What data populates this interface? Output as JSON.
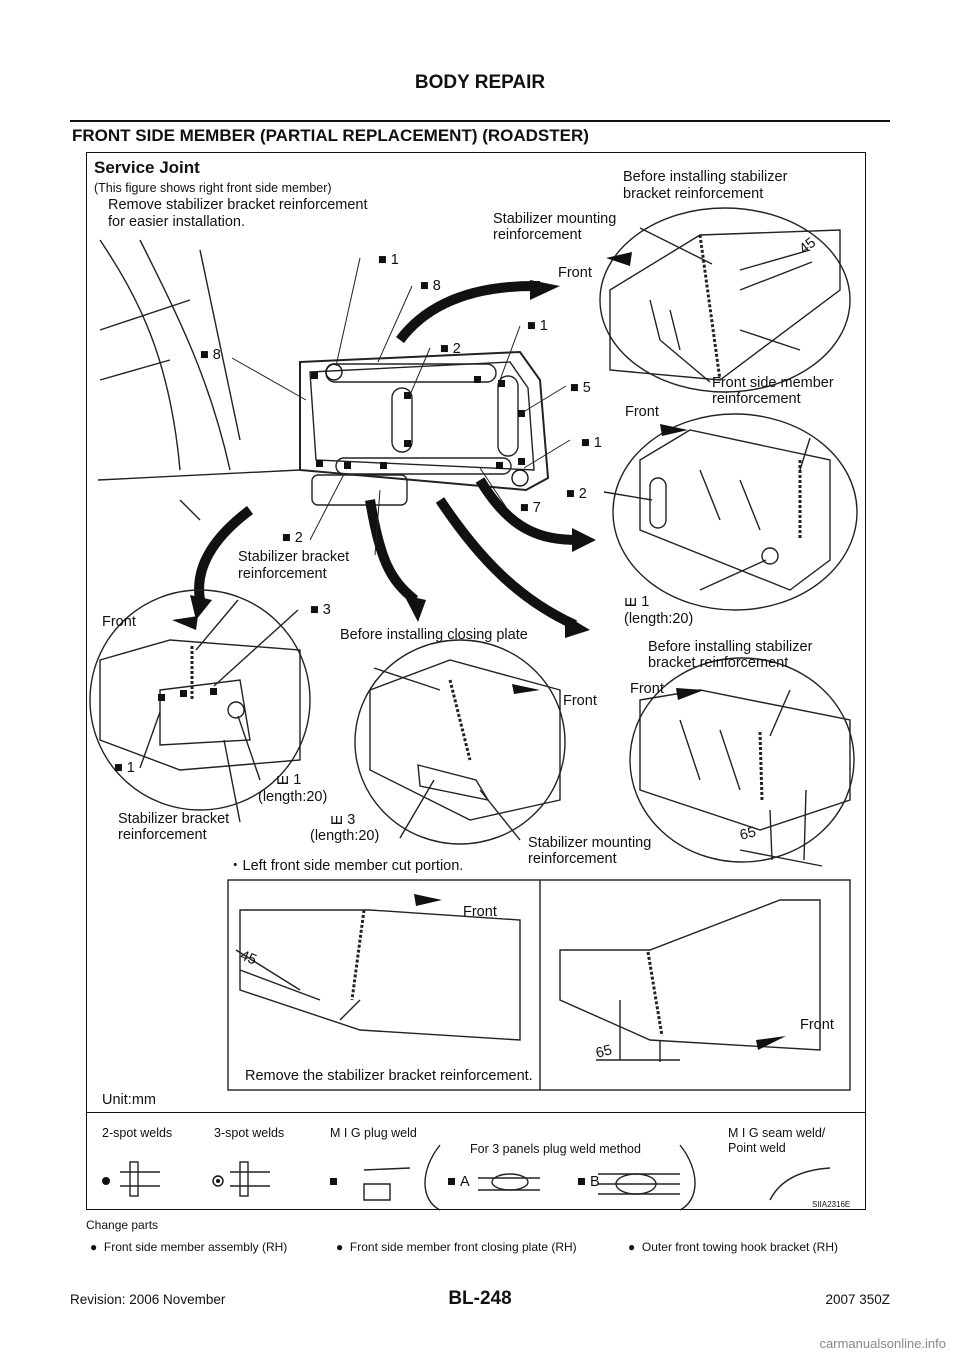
{
  "header": {
    "title": "BODY REPAIR"
  },
  "section": {
    "title": "FRONT SIDE MEMBER (PARTIAL REPLACEMENT) (ROADSTER)"
  },
  "figure": {
    "title": "Service Joint",
    "subtitle": "(This figure shows right front side member)",
    "note_remove": [
      "Remove stabilizer bracket reinforcement",
      "for easier installation."
    ],
    "top_right_caption": [
      "Before installing stabilizer",
      "bracket reinforcement"
    ],
    "stab_mount_reinf": [
      "Stabilizer mounting",
      "reinforcement"
    ],
    "front": "Front",
    "front_side_member_reinf": [
      "Front side member",
      "reinforcement"
    ],
    "stab_bracket_reinf": [
      "Stabilizer bracket",
      "reinforcement"
    ],
    "before_closing_plate": "Before installing closing plate",
    "mid_right_caption": [
      "Before installing stabilizer",
      "bracket reinforcement"
    ],
    "length20": "(length:20)",
    "left_cut_portion": "・Left front side member cut portion.",
    "remove_reinf": "Remove the stabilizer bracket reinforcement.",
    "unit": "Unit:mm",
    "dim45": "45",
    "dim65": "65",
    "code": "SIIA2316E",
    "callouts": {
      "n1": "1",
      "n2": "2",
      "n3": "3",
      "n5": "5",
      "n7": "7",
      "n8": "8"
    }
  },
  "legend": {
    "two_spot": "2-spot welds",
    "three_spot": "3-spot welds",
    "mig_plug": "M I G plug weld",
    "three_panels": "For 3 panels plug weld method",
    "label_a": "A",
    "label_b": "B",
    "mig_seam": [
      "M I G seam weld/",
      "Point weld"
    ]
  },
  "change_parts": {
    "label": "Change parts",
    "items": [
      "Front side member assembly (RH)",
      "Front side member front closing plate (RH)",
      "Outer front towing hook bracket (RH)"
    ]
  },
  "footer": {
    "page": "BL-248",
    "revision": "Revision: 2006 November",
    "model": "2007 350Z",
    "watermark": "carmanualsonline.info"
  }
}
